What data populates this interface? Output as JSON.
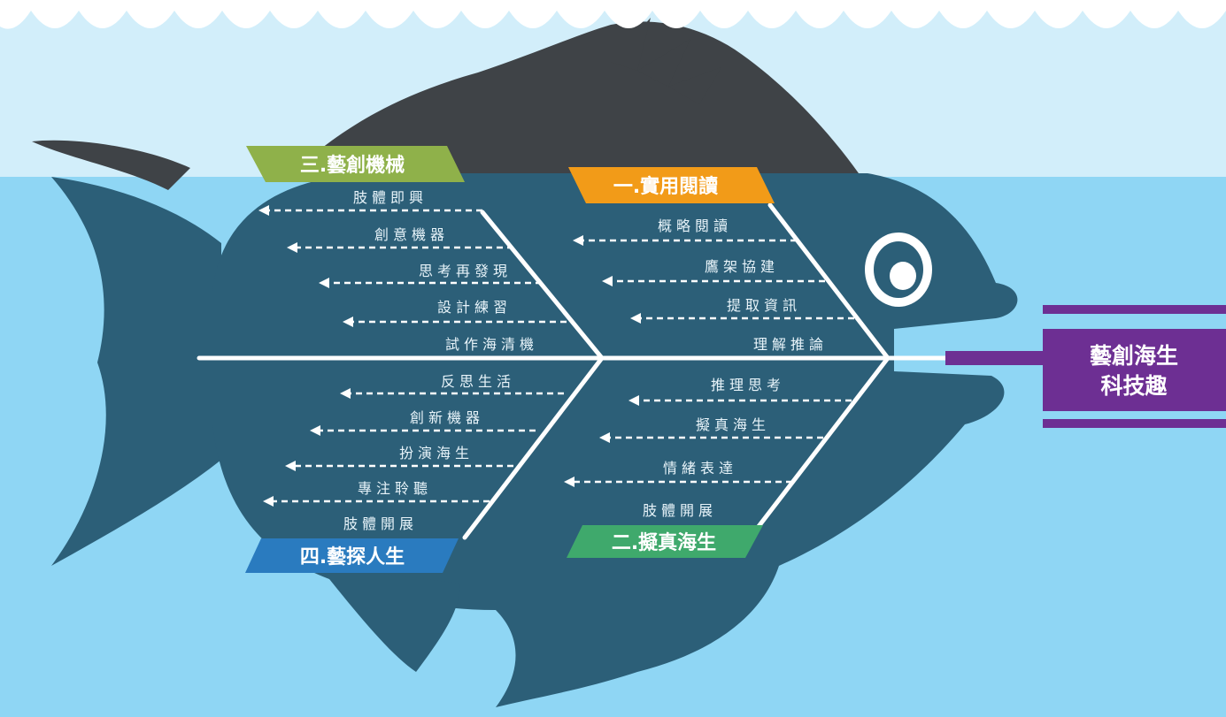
{
  "head": {
    "line1": "藝創海生",
    "line2": "科技趣"
  },
  "categories": {
    "c1": {
      "label": "一.實用閱讀",
      "color": "#f29b18"
    },
    "c2": {
      "label": "二.擬真海生",
      "color": "#3fa96c"
    },
    "c3": {
      "label": "三.藝創機械",
      "color": "#8fb14a"
    },
    "c4": {
      "label": "四.藝探人生",
      "color": "#2a7bbf"
    }
  },
  "branches": {
    "c1": [
      "概略閱讀",
      "鷹架協建",
      "提取資訊",
      "理解推論"
    ],
    "c2": [
      "推理思考",
      "擬真海生",
      "情緒表達",
      "肢體開展"
    ],
    "c3": [
      "肢體即興",
      "創意機器",
      "思考再發現",
      "設計練習",
      "試作海清機"
    ],
    "c4": [
      "反思生活",
      "創新機器",
      "扮演海生",
      "專注聆聽",
      "肢體開展"
    ]
  },
  "colors": {
    "water_light": "#d2eefa",
    "water_deep": "#8fd6f4",
    "fish_body": "#2c5f78",
    "fish_dark": "#3f4347",
    "head_box": "#6d2f93"
  }
}
